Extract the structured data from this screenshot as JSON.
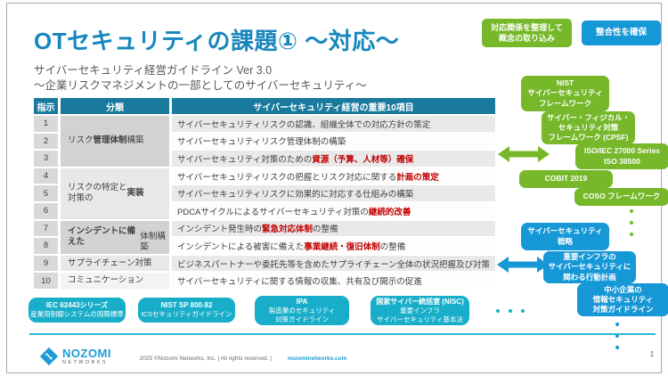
{
  "colors": {
    "brand-blue": "#1787bd",
    "green": "#76b82a",
    "blue": "#1697d6",
    "teal": "#18aec9",
    "table-header": "#1a7a9e",
    "red": "#c00000",
    "text-gray": "#58595b",
    "logo-blue": "#1b9cd8",
    "divider-teal": "#29b7d3"
  },
  "slide": {
    "title": "OTセキュリティの課題① ～対応～",
    "subtitle_line1": "サイバーセキュリティ経営ガイドライン Ver 3.0",
    "subtitle_line2": "～企業リスクマネジメントの一部としてのサイバーセキュリティ～",
    "page_number": "1"
  },
  "callouts": {
    "green_note": {
      "lines": [
        "対応関係を整理して",
        "概念の取り込み"
      ]
    },
    "blue_note": {
      "label": "整合性を確保"
    }
  },
  "table": {
    "headers": [
      "指示",
      "分類",
      "サイバーセキュリティ経営の重要10項目"
    ],
    "categories": [
      {
        "rows": [
          1,
          3
        ],
        "segments": [
          {
            "t": "リスク"
          },
          {
            "t": "管理体制",
            "bold": true
          },
          {
            "t": "構築"
          }
        ]
      },
      {
        "rows": [
          4,
          6
        ],
        "segments": [
          {
            "t": "リスクの特定と\n対策の"
          },
          {
            "t": "実装",
            "bold": true
          }
        ]
      },
      {
        "rows": [
          7,
          8
        ],
        "segments": [
          {
            "t": "インシデントに備えた",
            "bold": true
          },
          {
            "t": "\n体制構築"
          }
        ]
      },
      {
        "rows": [
          9,
          9
        ],
        "segments": [
          {
            "t": "サプライチェーン対策"
          }
        ]
      },
      {
        "rows": [
          10,
          10
        ],
        "segments": [
          {
            "t": "コミュニケーション"
          }
        ]
      }
    ],
    "items": [
      {
        "no": "1",
        "segments": [
          {
            "t": "サイバーセキュリティリスクの認識、組織全体での対応方針の策定"
          }
        ]
      },
      {
        "no": "2",
        "segments": [
          {
            "t": "サイバーセキュリティリスク管理体制の構築"
          }
        ]
      },
      {
        "no": "3",
        "segments": [
          {
            "t": "サイバーセキュリティ対策のための"
          },
          {
            "t": "資源（予算、人材等）確保",
            "red": true
          }
        ]
      },
      {
        "no": "4",
        "segments": [
          {
            "t": "サイバーセキュリティリスクの把握とリスク対応に関する"
          },
          {
            "t": "計画の策定",
            "red": true
          }
        ]
      },
      {
        "no": "5",
        "segments": [
          {
            "t": "サイバーセキュリティリスクに効果的に対応する仕組みの構築"
          }
        ]
      },
      {
        "no": "6",
        "segments": [
          {
            "t": "PDCAサイクルによるサイバーセキュリティ対策の"
          },
          {
            "t": "継続的改善",
            "red": true
          }
        ]
      },
      {
        "no": "7",
        "segments": [
          {
            "t": "インシデント発生時の"
          },
          {
            "t": "緊急対応体制",
            "red": true
          },
          {
            "t": "の整備"
          }
        ]
      },
      {
        "no": "8",
        "segments": [
          {
            "t": "インシデントによる被害に備えた"
          },
          {
            "t": "事業継続・復旧体制",
            "red": true
          },
          {
            "t": "の整備"
          }
        ]
      },
      {
        "no": "9",
        "segments": [
          {
            "t": "ビジネスパートナーや委託先等を含めたサプライチェーン全体の状況把握及び対策"
          }
        ]
      },
      {
        "no": "10",
        "segments": [
          {
            "t": "サイバーセキュリティに関する情報の収集、共有及び開示の促進"
          }
        ]
      }
    ]
  },
  "framework_boxes": [
    {
      "name": "nist-csf",
      "color": "green",
      "lines": [
        "NIST",
        "サイバーセキュリティ",
        "フレームワーク"
      ]
    },
    {
      "name": "cpsf",
      "color": "green",
      "lines": [
        "サイバー・フィジカル・",
        "セキュリティ対策",
        "フレームワーク (CPSF)"
      ]
    },
    {
      "name": "iso-iec-27000",
      "color": "green",
      "lines": [
        "ISO/IEC 27000 Series",
        "ISO 38500"
      ]
    },
    {
      "name": "cobit-2019",
      "color": "green",
      "lines": [
        "COBIT 2019"
      ]
    },
    {
      "name": "coso-framework",
      "color": "green",
      "lines": [
        "COSO フレームワーク"
      ]
    },
    {
      "name": "cyber-strategy",
      "color": "blue",
      "lines": [
        "サイバーセキュリティ",
        "戦略"
      ]
    },
    {
      "name": "critical-infra-plan",
      "color": "blue",
      "lines": [
        "重要インフラの",
        "サイバーセキュリティに",
        "関わる行動計画"
      ]
    },
    {
      "name": "sme-guideline",
      "color": "blue",
      "lines": [
        "中小企業の",
        "情報セキュリティ",
        "対策ガイドライン"
      ]
    }
  ],
  "standards_row": [
    {
      "name": "iec-62443",
      "title": "IEC 62443シリーズ",
      "lines": [
        "産業用制御システムの国際標準"
      ]
    },
    {
      "name": "nist-sp-800-82",
      "title": "NIST SP 800-82",
      "lines": [
        "ICSセキュリティガイドライン"
      ]
    },
    {
      "name": "ipa-guideline",
      "title": "IPA",
      "lines": [
        "製造業のセキュリティ",
        "対策ガイドライン"
      ]
    },
    {
      "name": "nisc",
      "title": "国家サイバー統括室 (NISC)",
      "lines": [
        "重要インフラ",
        "サイバーセキュリティ基本法"
      ]
    }
  ],
  "footer": {
    "logo_name": "NOZOMI",
    "logo_sub": "NETWORKS",
    "copyright": "2025 ©Nozomi Networks, Inc.  |  All rights reserved.  |",
    "website": "nozominetworks.com"
  }
}
